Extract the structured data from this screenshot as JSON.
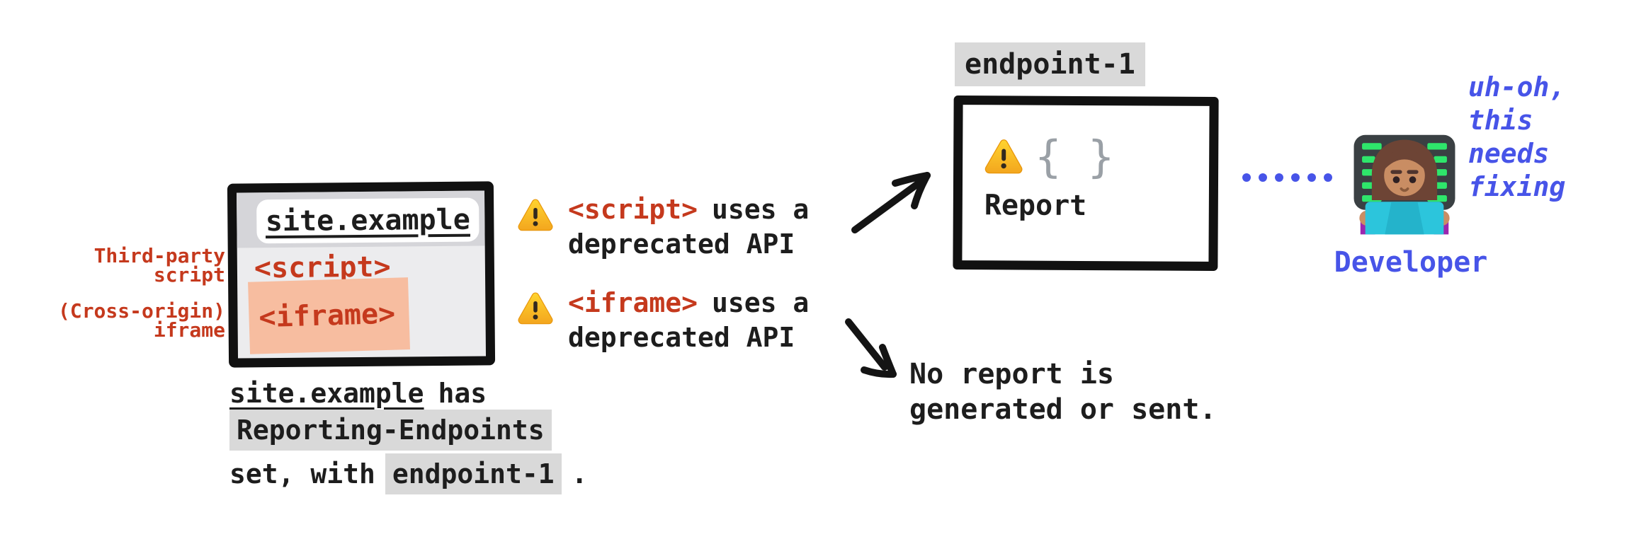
{
  "colors": {
    "red": "#c5391d",
    "blue": "#4754e8",
    "black": "#1d1d1d",
    "highlight_grey": "#d9d9d9",
    "iframe_salmon": "#f7bda0",
    "brace_grey": "#9aa0a6"
  },
  "browser_window": {
    "address": "site.example",
    "script_tag": "<script>",
    "iframe_tag": "<iframe>",
    "labels": {
      "third_party": {
        "line1": "Third-party",
        "line2": "script"
      },
      "cross_origin": {
        "line1": "(Cross-origin)",
        "line2": "iframe"
      }
    }
  },
  "caption": {
    "site": "site.example",
    "has": "has",
    "header": "Reporting-Endpoints",
    "set_with": "set, with",
    "endpoint": "endpoint-1",
    "period": "."
  },
  "warnings": [
    {
      "icon": "warning-icon",
      "tag": "<script>",
      "suffix": "uses a",
      "line2": "deprecated API"
    },
    {
      "icon": "warning-icon",
      "tag": "<iframe>",
      "suffix": "uses a",
      "line2": "deprecated API"
    }
  ],
  "endpoint": {
    "label": "endpoint-1",
    "braces": "{ }",
    "report": "Report"
  },
  "no_report": {
    "line1": "No report is",
    "line2": "generated or sent."
  },
  "developer": {
    "label": "Developer",
    "thought": [
      "uh-oh,",
      "this",
      "needs",
      "fixing"
    ]
  }
}
